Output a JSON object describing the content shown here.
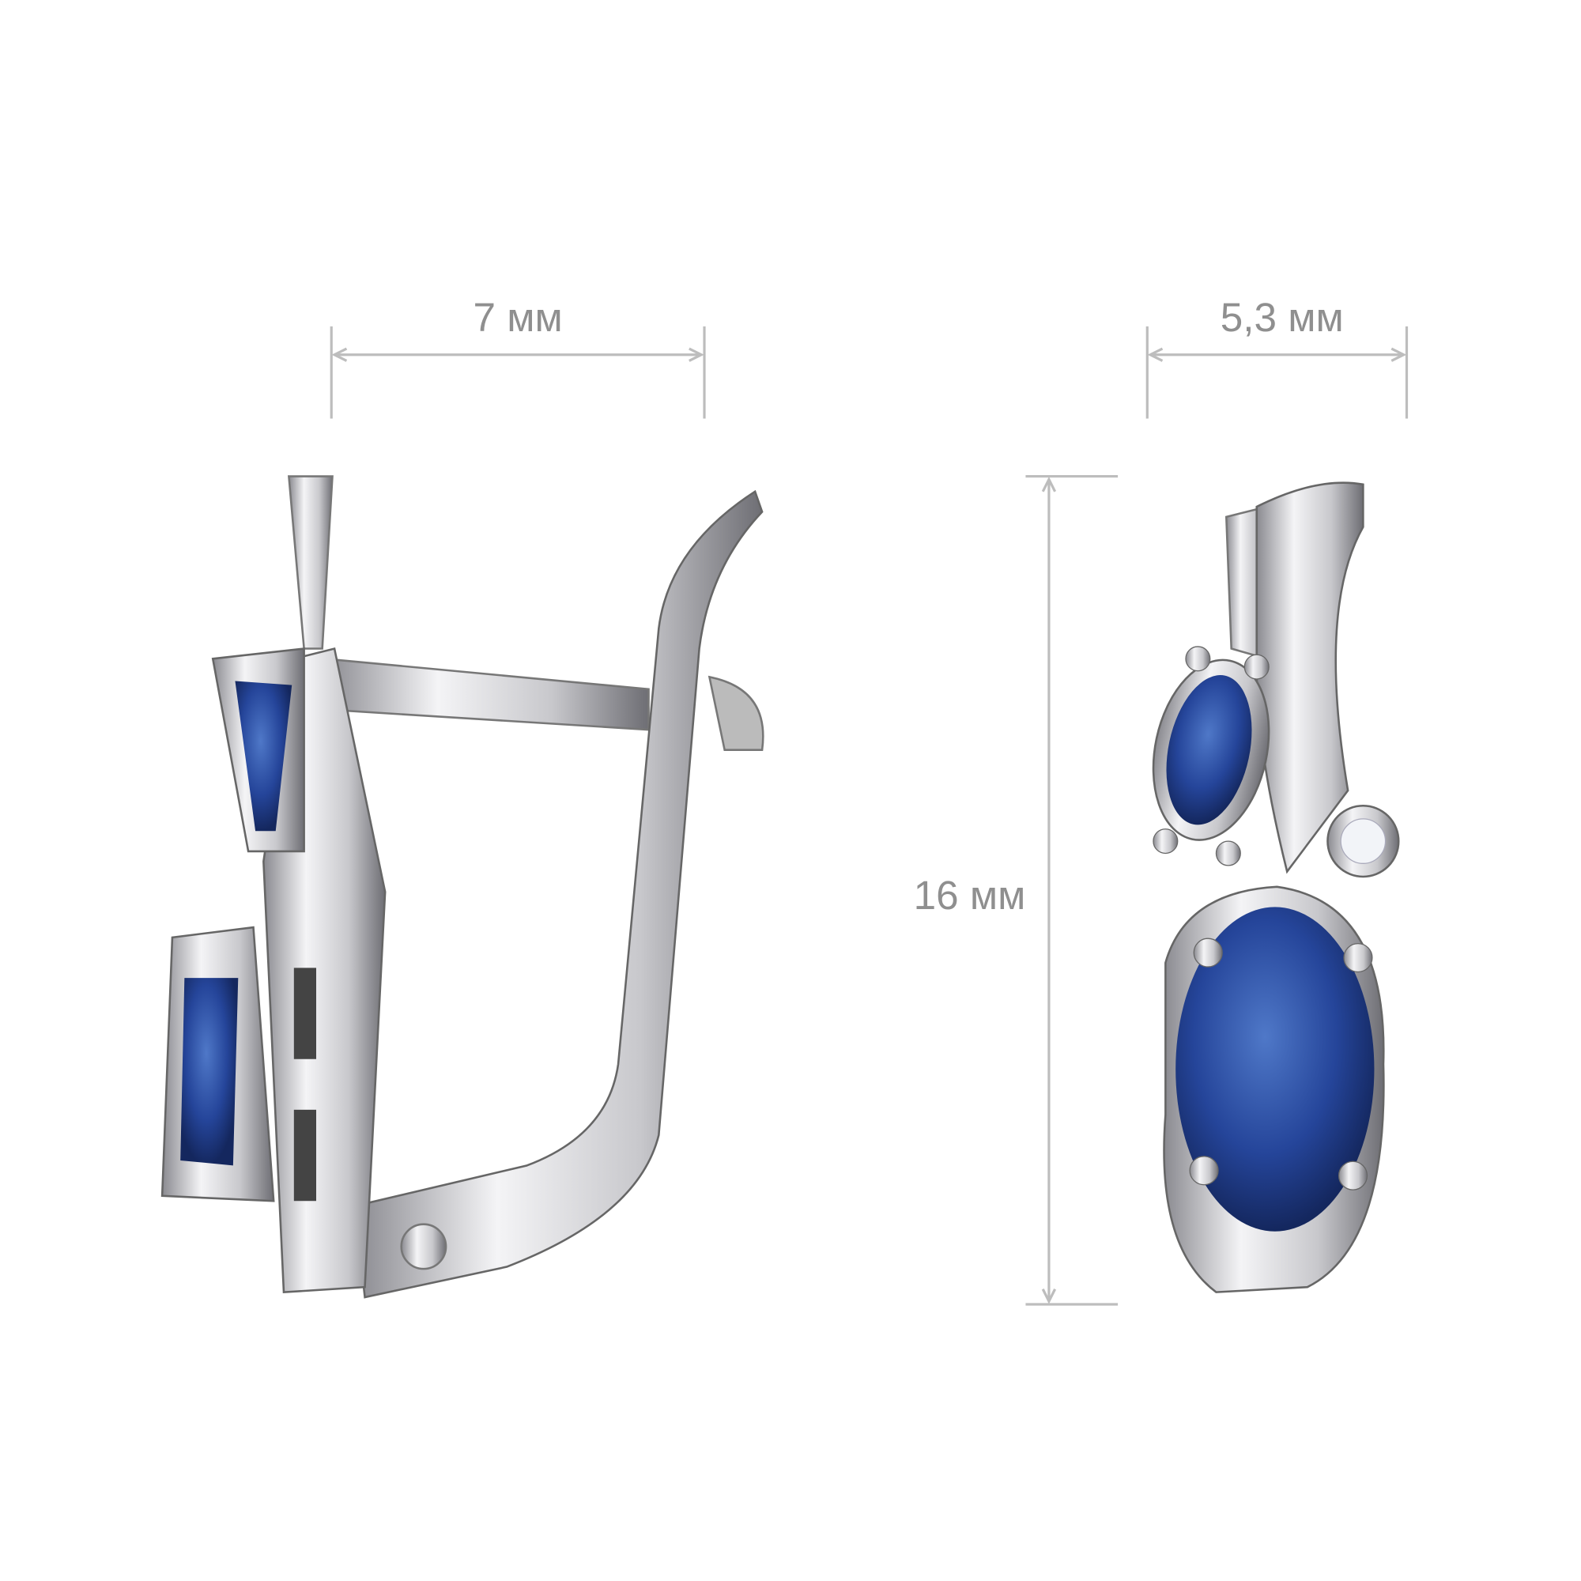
{
  "dimensions": {
    "width_side": "7 мм",
    "width_front": "5,3 мм",
    "height": "16 мм"
  },
  "colors": {
    "metal": "#d9d9dc",
    "metal_dark": "#6e6e74",
    "gem": "#1f3c8a",
    "gem_light": "#4f78c8",
    "dimension": "#bdbdbd"
  }
}
